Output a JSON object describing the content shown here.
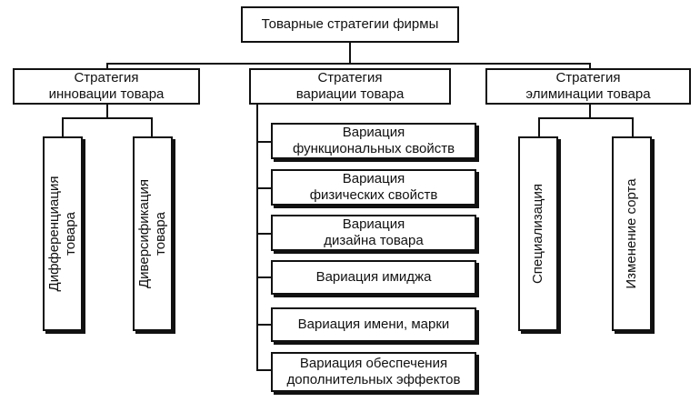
{
  "root": {
    "label": "Товарные стратегии фирмы"
  },
  "strategies": {
    "innovation": {
      "line1": "Стратегия",
      "line2": "инновации товара"
    },
    "variation": {
      "line1": "Стратегия",
      "line2": "вариации товара"
    },
    "elimination": {
      "line1": "Стратегия",
      "line2": "элиминации товара"
    }
  },
  "innovation_children": {
    "differentiation": {
      "line1": "Дифференциация",
      "line2": "товара"
    },
    "diversification": {
      "line1": "Диверсификация",
      "line2": "товара"
    }
  },
  "variation_children": [
    {
      "line1": "Вариация",
      "line2": "функциональных свойств"
    },
    {
      "line1": "Вариация",
      "line2": "физических свойств"
    },
    {
      "line1": "Вариация",
      "line2": "дизайна товара"
    },
    {
      "line1": "Вариация имиджа",
      "line2": ""
    },
    {
      "line1": "Вариация имени, марки",
      "line2": ""
    },
    {
      "line1": "Вариация обеспечения",
      "line2": "дополнительных эффектов"
    }
  ],
  "elimination_children": {
    "specialization": {
      "label": "Специализация"
    },
    "grade_change": {
      "label": "Изменение сорта"
    }
  }
}
